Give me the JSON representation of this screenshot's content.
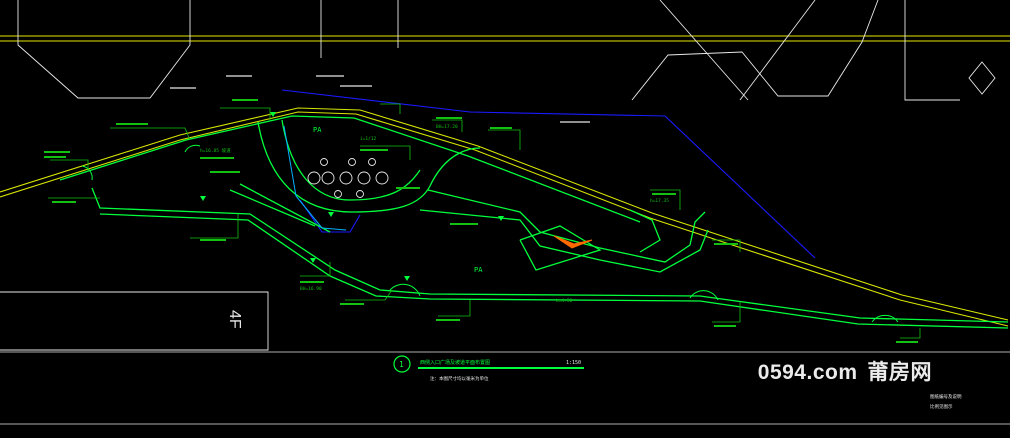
{
  "drawing": {
    "sheet_number": "1",
    "scale": "1:150",
    "floor_mark": "4F",
    "title_main": "西侧入口广场及坡道平面布置图",
    "title_note": "注：本图尺寸均以毫米为单位",
    "corner_note_1": "图纸编号及说明",
    "corner_note_2": "比例见图示",
    "area_label": "PA",
    "tiny_labels": [
      "h=16.85 坡道",
      "i=1/12",
      "BH=17.20",
      "h=17.35",
      "BH=16.90",
      "L=4.50"
    ]
  },
  "watermark": {
    "latin": "0594.com",
    "cn": "莆房网"
  },
  "colors": {
    "background": "#000000",
    "frame": "#e6e600",
    "outline": "#00ff3c",
    "dim": "#12c112",
    "white": "#e8e8e8",
    "accent": "#1a1aff",
    "hatch": "#ff6a00",
    "cyan": "#00b0ff"
  }
}
